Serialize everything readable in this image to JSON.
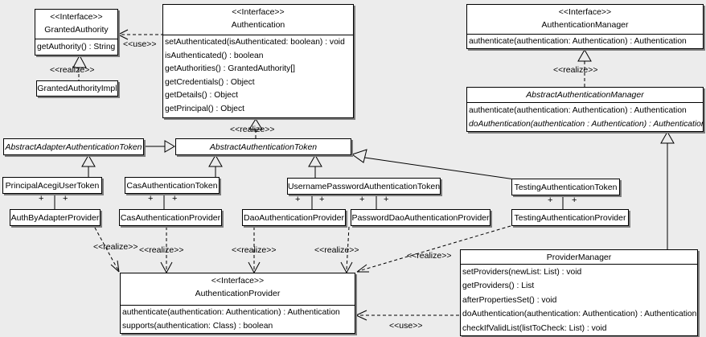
{
  "diagram": {
    "labels": {
      "use": "<<use>>",
      "realize": "<<realize>>",
      "plus": "+"
    },
    "nodes": {
      "granted_authority": {
        "stereotype": "<<Interface>>",
        "name": "GrantedAuthority",
        "methods": [
          "getAuthority() : String"
        ]
      },
      "granted_authority_impl": {
        "name": "GrantedAuthorityImpl"
      },
      "authentication": {
        "stereotype": "<<Interface>>",
        "name": "Authentication",
        "methods": [
          "setAuthenticated(isAuthenticated: boolean) : void",
          "isAuthenticated() : boolean",
          "getAuthorities() : GrantedAuthority[]",
          "getCredentials() : Object",
          "getDetails() : Object",
          "getPrincipal() : Object"
        ]
      },
      "authentication_manager": {
        "stereotype": "<<Interface>>",
        "name": "AuthenticationManager",
        "methods": [
          "authenticate(authentication: Authentication) : Authentication"
        ]
      },
      "abstract_authentication_manager": {
        "name": "AbstractAuthenticationManager",
        "methods": [
          "authenticate(authentication: Authentication) : Authentication",
          "doAuthentication(authentication : Authentication) : Authentication"
        ]
      },
      "abstract_adapter_authentication_token": {
        "name": "AbstractAdapterAuthenticationToken"
      },
      "abstract_authentication_token": {
        "name": "AbstractAuthenticationToken"
      },
      "principal_acegi_user_token": {
        "name": "PrincipalAcegiUserToken"
      },
      "cas_authentication_token": {
        "name": "CasAuthenticationToken"
      },
      "username_password_authentication_token": {
        "name": "UsernamePasswordAuthenticationToken"
      },
      "testing_authentication_token": {
        "name": "TestingAuthenticationToken"
      },
      "auth_by_adapter_provider": {
        "name": "AuthByAdapterProvider"
      },
      "cas_authentication_provider": {
        "name": "CasAuthenticationProvider"
      },
      "dao_authentication_provider": {
        "name": "DaoAuthenticationProvider"
      },
      "password_dao_authentication_provider": {
        "name": "PasswordDaoAuthenticationProvider"
      },
      "testing_authentication_provider": {
        "name": "TestingAuthenticationProvider"
      },
      "authentication_provider": {
        "stereotype": "<<Interface>>",
        "name": "AuthenticationProvider",
        "methods": [
          "authenticate(authentication: Authentication) : Authentication",
          "supports(authentication: Class) : boolean"
        ]
      },
      "provider_manager": {
        "name": "ProviderManager",
        "methods": [
          "setProviders(newList: List) : void",
          "getProviders() : List",
          "afterPropertiesSet() : void",
          "doAuthentication(authentication: Authentication) : Authentication",
          "checkIfValidList(listToCheck: List) : void"
        ]
      }
    }
  }
}
